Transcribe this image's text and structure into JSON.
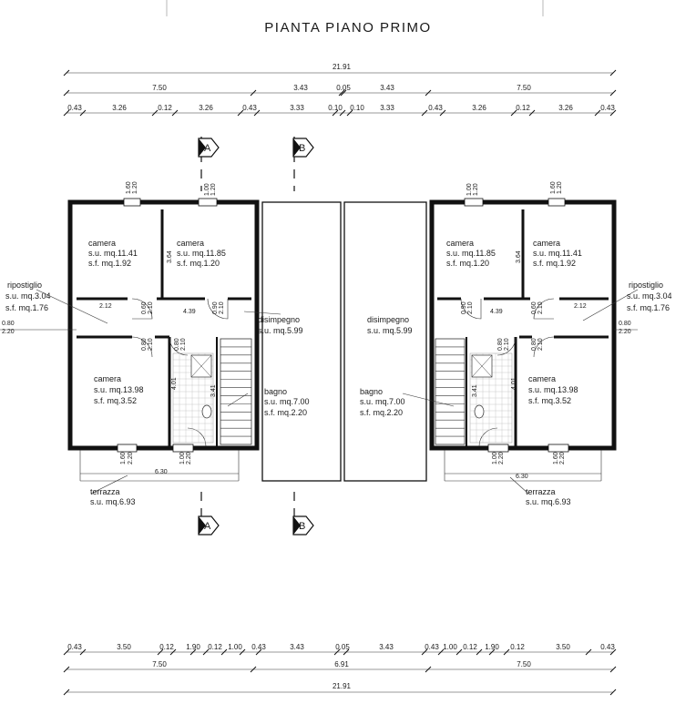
{
  "title": "PIANTA PIANO PRIMO",
  "dims_top": {
    "total": "21.91",
    "row2": [
      "7.50",
      "3.43",
      "0.05",
      "3.43",
      "7.50"
    ],
    "row3": [
      "0.43",
      "3.26",
      "0.12",
      "3.26",
      "0.43",
      "3.33",
      "0.10",
      "0.10",
      "3.33",
      "0.43",
      "3.26",
      "0.12",
      "3.26",
      "0.43"
    ]
  },
  "dims_bottom": {
    "row1": [
      "0.43",
      "3.50",
      "0.12",
      "1.90",
      "0.12",
      "1.00",
      "0.43",
      "3.43",
      "0.05",
      "3.43",
      "0.43",
      "1.00",
      "0.12",
      "1.90",
      "0.12",
      "3.50",
      "0.43"
    ],
    "row2": [
      "7.50",
      "6.91",
      "7.50"
    ],
    "total": "21.91"
  },
  "section_markers": [
    "A",
    "B"
  ],
  "rooms": {
    "camera_1": {
      "name": "camera",
      "su": "s.u.  mq.11.41",
      "sf": "s.f.  mq.1.92"
    },
    "camera_2": {
      "name": "camera",
      "su": "s.u.  mq.11.85",
      "sf": "s.f.  mq.1.20"
    },
    "ripostiglio": {
      "name": "ripostiglio",
      "su": "s.u. mq.3.04",
      "sf": "s.f. mq.1.76"
    },
    "disimpegno": {
      "name": "disimpegno",
      "su": "s.u.  mq.5.99"
    },
    "camera_3": {
      "name": "camera",
      "su": "s.u.  mq.13.98",
      "sf": "s.f.  mq.3.52"
    },
    "bagno": {
      "name": "bagno",
      "su": "s.u.  mq.7.00",
      "sf": "s.f.  mq.2.20"
    },
    "terrazza": {
      "name": "terrazza",
      "su": "s.u.  mq.6.93"
    }
  },
  "openings": {
    "w_160": "1.60",
    "w_100": "1.00",
    "h_120": "1.20",
    "h_220": "2.20",
    "d_080": "0.80",
    "d_210": "2.10",
    "d_060": "0.60",
    "d_090": "0.90",
    "d_080b": "0.80"
  },
  "interior_dims": {
    "d_212": "2.12",
    "d_439": "4.39",
    "d_364": "3.64",
    "d_401": "4.01",
    "d_341": "3.41",
    "d_630": "6.30",
    "d_080": "0.80",
    "d_220": "2.20"
  }
}
